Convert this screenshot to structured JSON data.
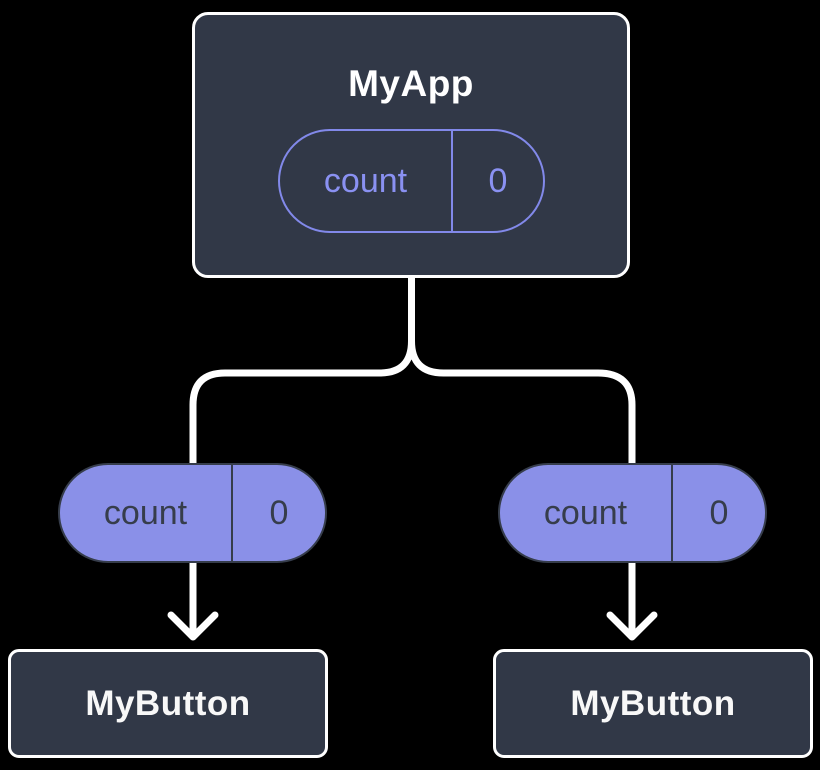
{
  "diagram": {
    "description": "React component tree: parent state passed down as props",
    "background_color": "#000000",
    "colors": {
      "node_fill": "#313847",
      "node_border": "#ffffff",
      "state_pill_outline": "#8289ea",
      "state_pill_text": "#8a91f2",
      "prop_pill_fill": "#8a90e8",
      "prop_pill_text": "#363d4b",
      "connector": "#ffffff",
      "title_text": "#ffffff"
    },
    "root_component": {
      "title": "MyApp",
      "state": {
        "name": "count",
        "value": "0"
      }
    },
    "props": [
      {
        "name": "count",
        "value": "0"
      },
      {
        "name": "count",
        "value": "0"
      }
    ],
    "children": [
      {
        "title": "MyButton"
      },
      {
        "title": "MyButton"
      }
    ]
  }
}
